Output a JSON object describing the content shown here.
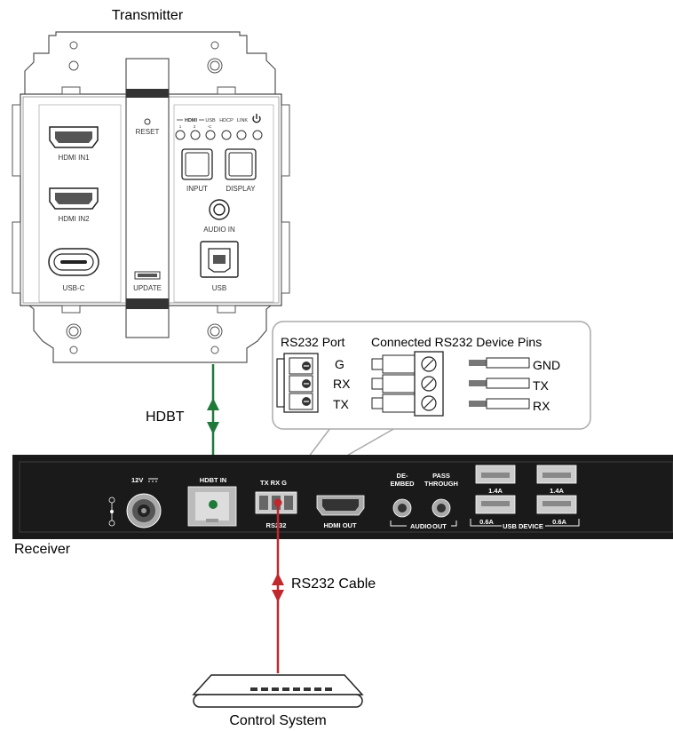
{
  "title_transmitter": "Transmitter",
  "label_receiver": "Receiver",
  "label_control_system": "Control System",
  "cable_hdbt": "HDBT",
  "cable_rs232": "RS232 Cable",
  "transmitter": {
    "ports": {
      "hdmi_in1": "HDMI IN1",
      "hdmi_in2": "HDMI IN2",
      "usb_c": "USB-C",
      "reset": "RESET",
      "update": "UPDATE",
      "input": "INPUT",
      "display": "DISPLAY",
      "audio_in": "AUDIO IN",
      "usb": "USB"
    },
    "leds": {
      "hdmi_group": "HDMI",
      "usb": "USB",
      "hdcp": "HDCP",
      "link": "LINK",
      "n1": "1",
      "n2": "2",
      "c": "-C"
    }
  },
  "callout": {
    "rs232_port": "RS232 Port",
    "connected_pins": "Connected RS232 Device Pins",
    "port_pins": [
      "G",
      "RX",
      "TX"
    ],
    "device_pins": [
      "GND",
      "TX",
      "RX"
    ]
  },
  "receiver": {
    "power": "12V",
    "hdbt_in": "HDBT IN",
    "rs232_pins": "TX RX G",
    "rs232": "RS232",
    "hdmi_out": "HDMI OUT",
    "de_embed_1": "DE-",
    "de_embed_2": "EMBED",
    "pass_1": "PASS",
    "pass_2": "THROUGH",
    "audio": "AUDIO",
    "out": "OUT",
    "usb_device": "USB DEVICE",
    "current_top_1": "1.4A",
    "current_top_2": "1.4A",
    "current_bot_1": "0.6A",
    "current_bot_2": "0.6A"
  },
  "colors": {
    "hdbt_line": "#1f7a3a",
    "rs232_line": "#c0282d",
    "receiver_body": "#1a1a1a"
  }
}
